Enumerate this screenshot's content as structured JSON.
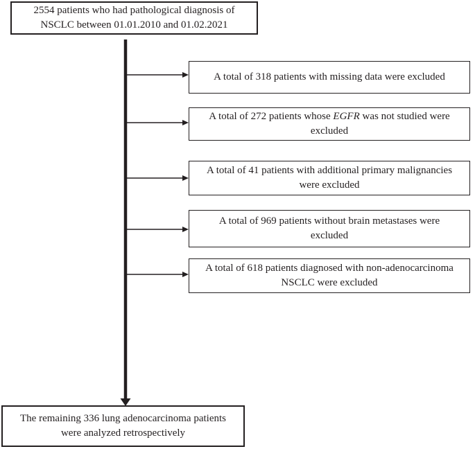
{
  "title_box": {
    "line1": "2554 patients who had pathological diagnosis of",
    "line2": "NSCLC between 01.01.2010 and 01.02.2021"
  },
  "exclusions": [
    {
      "line1": "A total of 318 patients with missing data were excluded"
    },
    {
      "line1_pre": "A total of 272 patients whose ",
      "line1_italic": "EGFR",
      "line1_post": " was not studied were",
      "line2": "excluded"
    },
    {
      "line1": "A total of 41 patients with additional primary malignancies",
      "line2": "were excluded"
    },
    {
      "line1": "A total of 969 patients without brain metastases were",
      "line2": "excluded"
    },
    {
      "line1": "A total of 618 patients diagnosed with non-adenocarcinoma",
      "line2": "NSCLC were excluded"
    }
  ],
  "result_box": {
    "line1": "The remaining 336 lung adenocarcinoma patients",
    "line2": "were analyzed retrospectively"
  },
  "colors": {
    "ink": "#231f20",
    "background": "#ffffff"
  }
}
